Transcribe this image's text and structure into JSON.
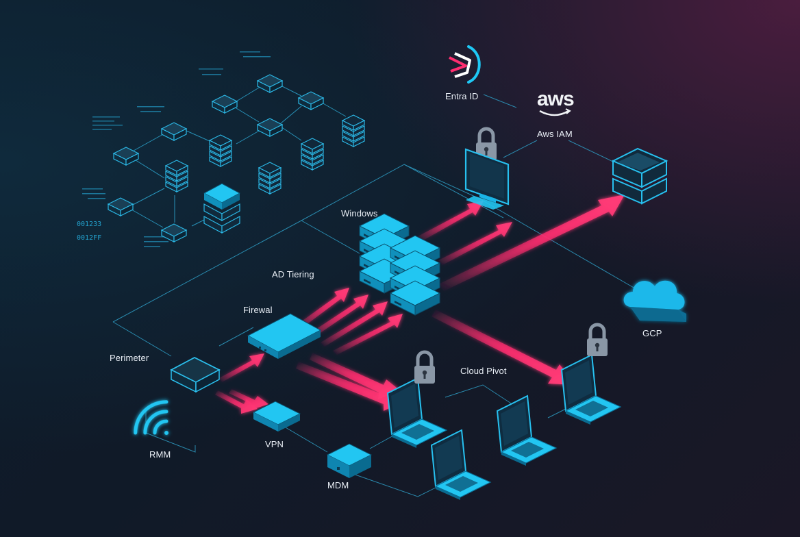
{
  "labels": {
    "entra": "Entra ID",
    "aws_iam": "Aws IAM",
    "aws_logo": "aws",
    "windows": "Windows",
    "ad_tiering": "AD Tiering",
    "firewall": "Firewal",
    "perimeter": "Perimeter",
    "cloud_pivot": "Cloud Pivot",
    "gcp": "GCP",
    "rmm": "RMM",
    "vpn": "VPN",
    "mdm": "MDM"
  },
  "code": [
    "001233",
    "0012FF"
  ],
  "colors": {
    "cyan": "#1ec8f5",
    "cyan_dark": "#0a6e96",
    "line": "#2e9cc3",
    "arrow": "#ff2d6f",
    "lock": "#8a97a6"
  },
  "icons": [
    "entra-logo-icon",
    "aws-logo-icon",
    "lock-icon",
    "monitor-icon",
    "laptop-icon",
    "server-stack-icon",
    "firewall-icon",
    "router-icon",
    "cloud-icon",
    "wifi-icon"
  ]
}
